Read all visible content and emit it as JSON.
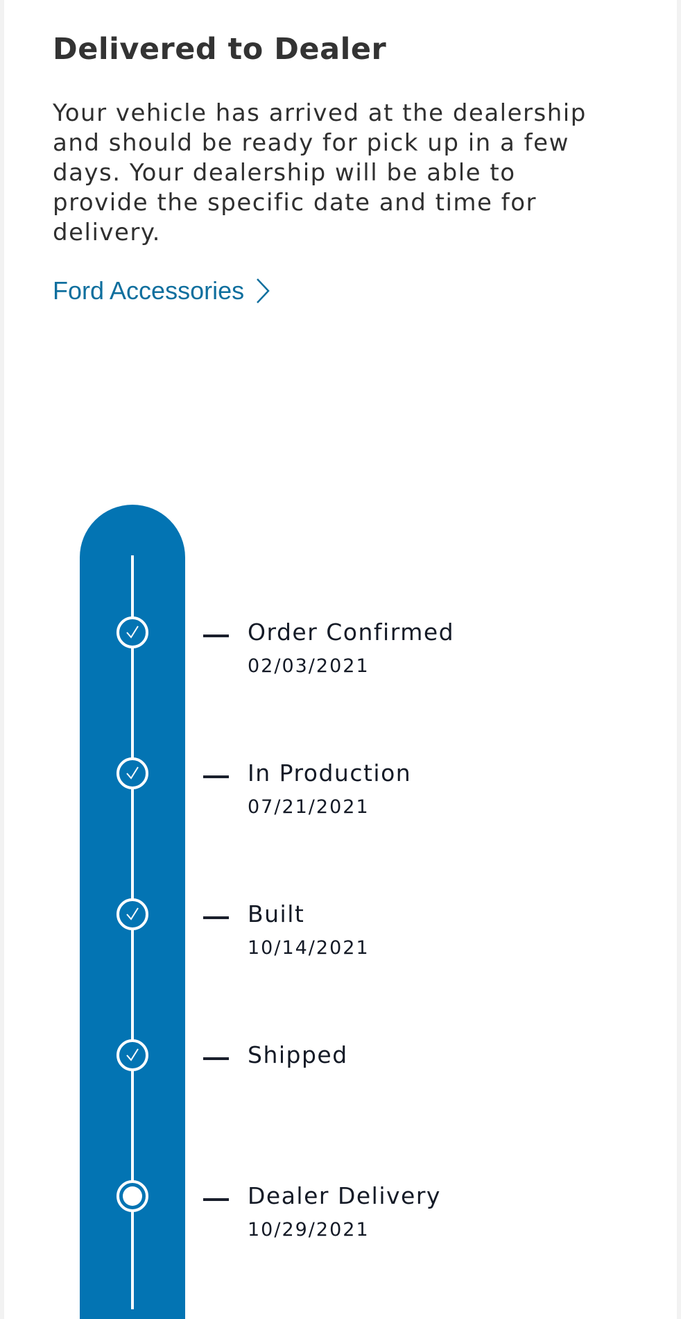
{
  "status": {
    "title": "Delivered to Dealer",
    "description": "Your vehicle has arrived at the dealership and should be ready for pick up in a few days. Your dealership will be able to provide the specific date and time for delivery."
  },
  "link": {
    "label": "Ford Accessories",
    "icon": "chevron-right-icon",
    "color": "#0f6f9e"
  },
  "tracker": {
    "color": "#0374b3",
    "steps": [
      {
        "label": "Order Confirmed",
        "date": "02/03/2021",
        "state": "complete",
        "icon": "check-circle-icon"
      },
      {
        "label": "In Production",
        "date": "07/21/2021",
        "state": "complete",
        "icon": "check-circle-icon"
      },
      {
        "label": "Built",
        "date": "10/14/2021",
        "state": "complete",
        "icon": "check-circle-icon"
      },
      {
        "label": "Shipped",
        "date": "",
        "state": "complete",
        "icon": "check-circle-icon"
      },
      {
        "label": "Dealer Delivery",
        "date": "10/29/2021",
        "state": "current",
        "icon": "current-step-icon"
      }
    ]
  }
}
